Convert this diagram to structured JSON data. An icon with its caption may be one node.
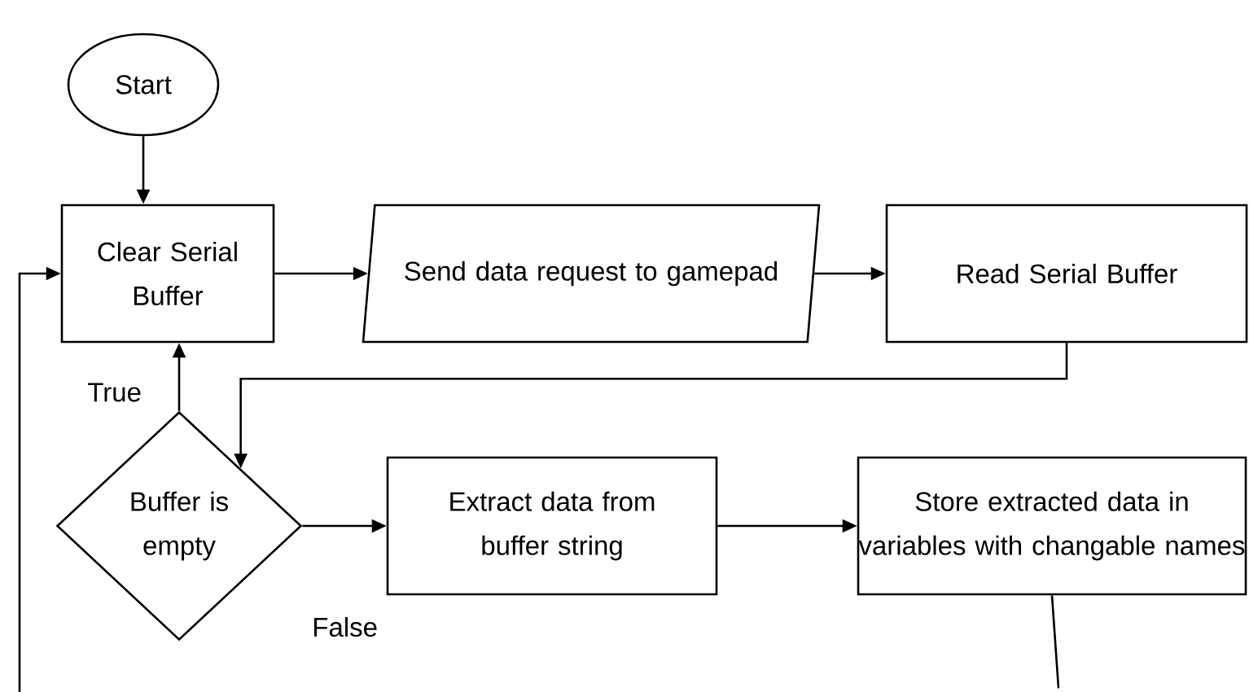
{
  "diagram": {
    "nodes": [
      {
        "text": [
          "Start"
        ]
      },
      {
        "text": [
          "Clear Serial Buffer"
        ]
      },
      {
        "text": [
          "Send data request to gamepad"
        ]
      },
      {
        "text": [
          "Read Serial Buffer"
        ]
      },
      {
        "text": [
          "Buffer is empty"
        ]
      },
      {
        "text": [
          "Extract data from buffer string"
        ]
      },
      {
        "text": [
          "Store extracted data in variables with changable names"
        ]
      }
    ],
    "edges": [
      {
        "from": 0,
        "to": 1,
        "arrow": "to"
      },
      {
        "from": 1,
        "to": 2,
        "arrow": "to"
      },
      {
        "from": 2,
        "to": 3,
        "arrow": "to"
      },
      {
        "from": 3,
        "to": 4,
        "arrow": "to"
      },
      {
        "from": 4,
        "to": 1,
        "arrow": "to",
        "label": "True"
      },
      {
        "from": 4,
        "to": 5,
        "arrow": "to",
        "label": "False"
      },
      {
        "from": 5,
        "to": 6,
        "arrow": "to"
      },
      {
        "from": 6,
        "to": null,
        "arrow": "none"
      },
      {
        "from": null,
        "to": 1,
        "arrow": "to"
      }
    ]
  }
}
